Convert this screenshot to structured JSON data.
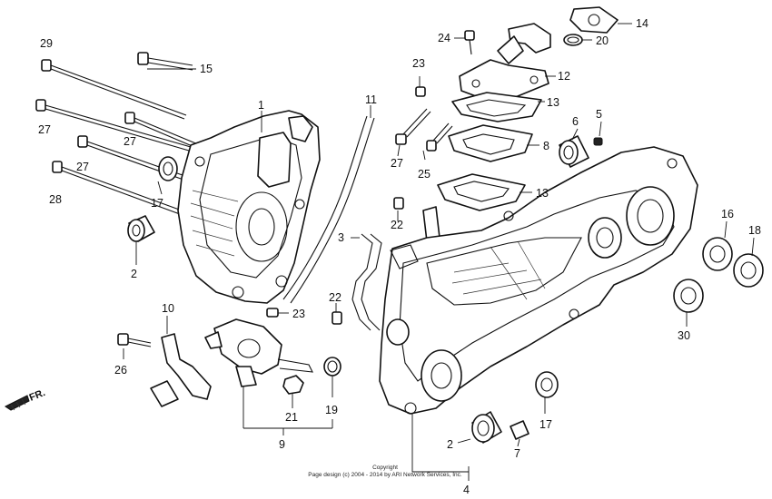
{
  "diagram": {
    "copyright": {
      "line1": "Copyright",
      "line2": "Page design (c) 2004 - 2014 by ARI Network Services, Inc."
    },
    "direction_marker": "FR.",
    "callouts": [
      "29",
      "15",
      "27",
      "27",
      "27",
      "28",
      "1",
      "17",
      "2",
      "11",
      "23",
      "24",
      "12",
      "13",
      "14",
      "20",
      "27",
      "25",
      "8",
      "6",
      "5",
      "13",
      "22",
      "3",
      "16",
      "18",
      "30",
      "10",
      "26",
      "22",
      "23",
      "21",
      "19",
      "9",
      "2",
      "7",
      "17",
      "4"
    ]
  }
}
